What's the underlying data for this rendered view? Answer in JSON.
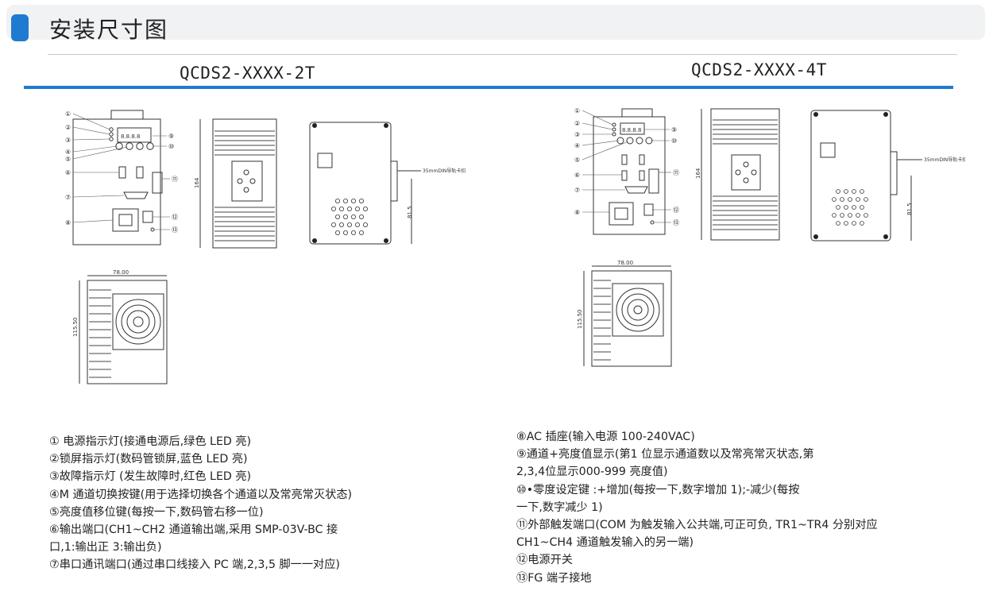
{
  "header": {
    "title": "安装尺寸图"
  },
  "models": {
    "left": "QCDS2-XXXX-2T",
    "right": "QCDS2-XXXX-4T"
  },
  "drawing": {
    "callouts": [
      "①",
      "②",
      "③",
      "④",
      "⑤",
      "⑥",
      "⑦",
      "⑧",
      "⑨",
      "⑩",
      "⑪",
      "⑫",
      "⑬"
    ],
    "display": "8.8.8.8",
    "dims": {
      "width": "78.00",
      "depth": "115.50",
      "height": "164",
      "rail": "81.5",
      "rail_note": "35mmDIN导轨卡扣"
    }
  },
  "descriptions": {
    "left": [
      "① 电源指示灯(接通电源后,绿色 LED 亮)",
      "②锁屏指示灯(数码管锁屏,蓝色 LED 亮)",
      "③故障指示灯 (发生故障时,红色 LED 亮)",
      "④M 通道切换按键(用于选择切换各个通道以及常亮常灭状态)",
      "⑤亮度值移位键(每按一下,数码管右移一位)",
      "⑥输出端口(CH1~CH2 通道输出端,采用 SMP-03V-BC 接",
      "口,1:输出正 3:输出负)",
      "⑦串口通讯端口(通过串口线接入 PC 端,2,3,5 脚一一对应)"
    ],
    "right": [
      "⑧AC 插座(输入电源 100-240VAC)",
      "⑨通道+亮度值显示(第1 位显示通道数以及常亮常灭状态,第",
      "2,3,4位显示000-999 亮度值)",
      "⑩•零度设定键 :+增加(每按一下,数字增加 1);-减少(每按",
      " 一下,数字减少 1)",
      "⑪外部触发端口(COM 为触发输入公共端,可正可负, TR1~TR4 分别对应",
      "CH1~CH4 通道触发输入的另一端)",
      "⑫电源开关",
      "⑬FG 端子接地"
    ]
  }
}
